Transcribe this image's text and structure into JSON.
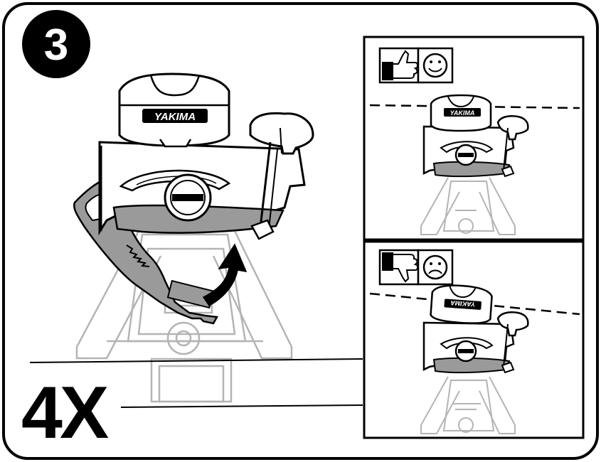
{
  "step": {
    "number": "3"
  },
  "quantity": {
    "label": "4X"
  },
  "brand": {
    "main_logo": "YAKIMA",
    "correct_logo": "YAKIMA",
    "incorrect_logo": "YAKIMA"
  },
  "panels": {
    "correct": {
      "icons": [
        "thumbs-up-icon",
        "smiley-happy-icon"
      ]
    },
    "incorrect": {
      "icons": [
        "thumbs-down-icon",
        "smiley-sad-icon"
      ]
    }
  },
  "colors": {
    "ink": "#000000",
    "ghost": "#b4b4b4",
    "shade": "#9a9a9a",
    "paper": "#ffffff"
  }
}
